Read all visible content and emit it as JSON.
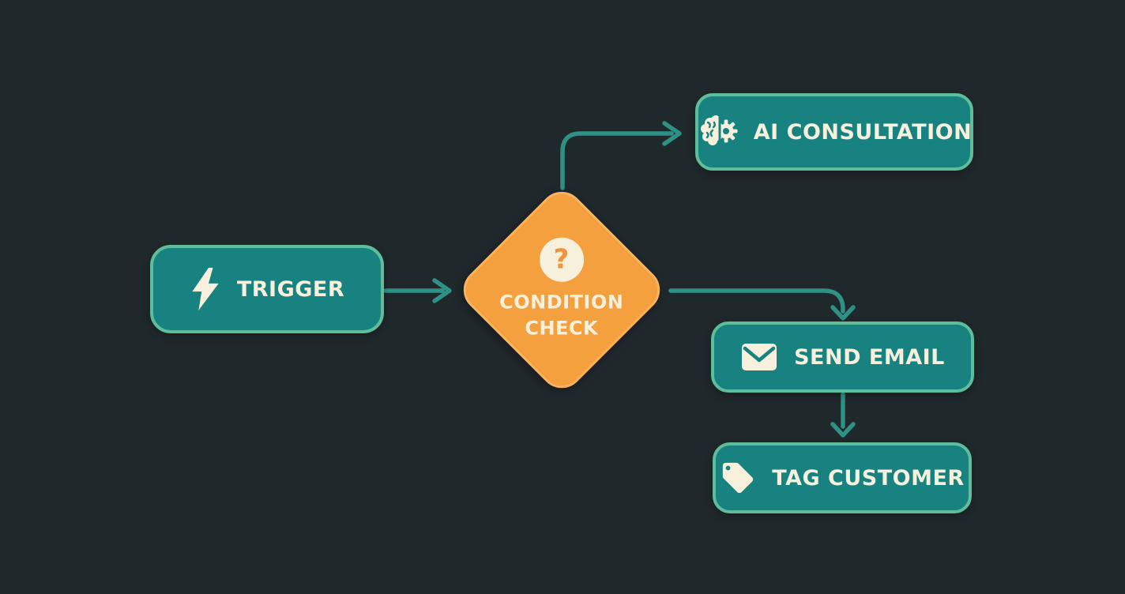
{
  "diagram": {
    "title": "workflow-flowchart",
    "colors": {
      "bg": "#1F282B",
      "node_fill": "#17827F",
      "node_border": "#5FBD9B",
      "diamond_fill": "#F5A03F",
      "diamond_border": "#F9B25E",
      "text": "#F7F0DC",
      "edge": "#2F9186",
      "question": "#F0953B"
    },
    "nodes": {
      "trigger": {
        "label": "TRIGGER",
        "icon": "lightning-icon",
        "shape": "rounded-rect"
      },
      "condition": {
        "line1": "CONDITION",
        "line2": "CHECK",
        "badge": "?",
        "icon": "question-mark-badge",
        "shape": "diamond"
      },
      "ai": {
        "label": "AI CONSULTATION",
        "icon": "brain-gear-icon",
        "shape": "rounded-rect"
      },
      "send": {
        "label": "SEND EMAIL",
        "icon": "envelope-icon",
        "shape": "rounded-rect"
      },
      "tag": {
        "label": "TAG CUSTOMER",
        "icon": "tag-icon",
        "shape": "rounded-rect"
      }
    },
    "edges": [
      {
        "from": "trigger",
        "to": "condition-check",
        "style": "straight-right-arrow"
      },
      {
        "from": "condition-check",
        "to": "ai-consultation",
        "style": "elbow-up-right-arrow"
      },
      {
        "from": "condition-check",
        "to": "send-email",
        "style": "elbow-right-down-arrow"
      },
      {
        "from": "send-email",
        "to": "tag-customer",
        "style": "straight-down-arrow"
      }
    ]
  }
}
